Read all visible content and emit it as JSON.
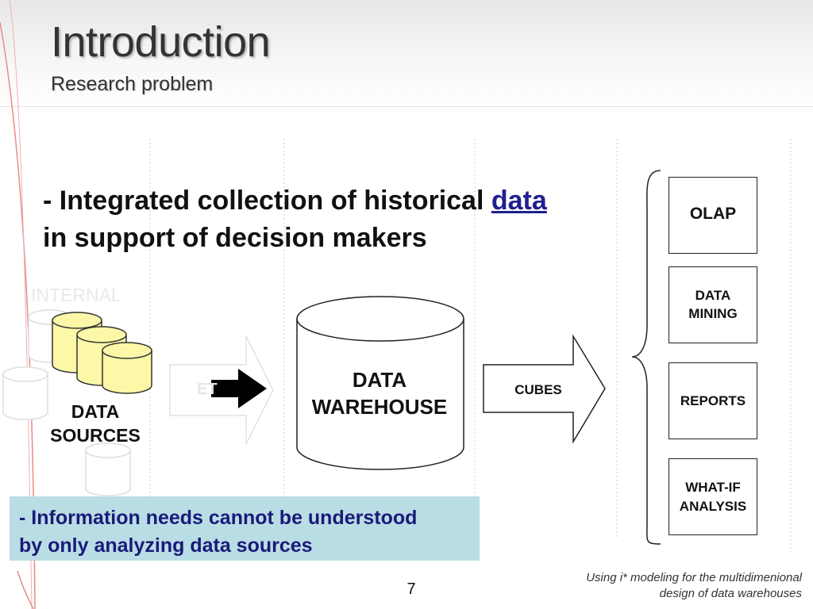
{
  "slide": {
    "title": "Introduction",
    "subtitle": "Research problem",
    "main_line1": "- Integrated collection of historical ",
    "main_link": "data",
    "main_line2": "in support of decision makers",
    "ghost_internal": "INTERNAL",
    "ghost_etl": "ET",
    "data_sources_line1": "DATA",
    "data_sources_line2": "SOURCES",
    "warehouse_line1": "DATA",
    "warehouse_line2": "WAREHOUSE",
    "cubes": "CUBES",
    "outputs": {
      "olap": "OLAP",
      "data_mining_line1": "DATA",
      "data_mining_line2": "MINING",
      "reports": "REPORTS",
      "whatif_line1": "WHAT-IF",
      "whatif_line2": "ANALYSIS"
    },
    "info_line1": "- Information needs cannot be understood",
    "info_line2": "by only analyzing data sources",
    "page_number": "7",
    "footer_line1": "Using i* modeling for the multidimenional",
    "footer_line2": "design of data warehouses"
  },
  "colors": {
    "source_cylinder_fill": "#fcf8a8",
    "info_box_bg": "#b9dde4",
    "link_color": "#1f1f8f",
    "decor_red": "#e87a7a"
  }
}
